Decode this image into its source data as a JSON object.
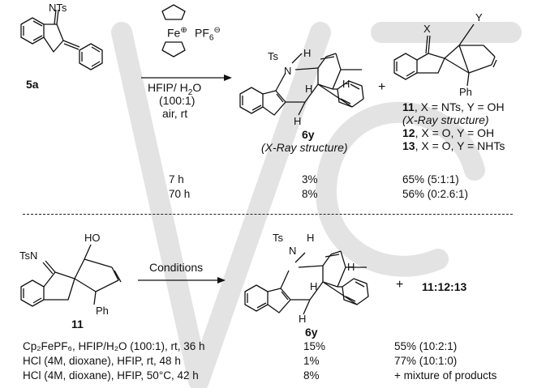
{
  "top": {
    "reagents": {
      "catalyst_cation": "Fe",
      "charge_plus": "⊕",
      "counterion": "PF",
      "counterion_sub": "6",
      "charge_minus": "⊖",
      "solvent": "HFIP/ H",
      "solvent_sub": "2",
      "solvent_o": "O",
      "ratio": "(100:1)",
      "conditions": "air, rt"
    },
    "sm_label": "5a",
    "sm_atoms": {
      "ntss": "NTs"
    },
    "prod_label": "6y",
    "prod_note": "(X-Ray structure)",
    "plus": "+",
    "side_atoms": {
      "x": "X",
      "y": "Y",
      "ph": "Ph"
    },
    "prod_atoms": {
      "ts": "Ts",
      "n": "N",
      "h1": "H",
      "h2": "H",
      "h3": "H",
      "h4": "H"
    },
    "side_lines": [
      {
        "num": "11",
        "text": ", X = NTs, Y = OH"
      },
      {
        "num": "",
        "text": "(X-Ray structure)"
      },
      {
        "num": "12",
        "text": ", X = O, Y = OH"
      },
      {
        "num": "13",
        "text": ", X = O, Y = NHTs"
      }
    ],
    "results": [
      {
        "time": "7 h",
        "yield_6y": "3%",
        "yield_side": "65% (5:1:1)"
      },
      {
        "time": "70 h",
        "yield_6y": "8%",
        "yield_side": "56% (0:2.6:1)"
      }
    ]
  },
  "bottom": {
    "sm_label": "11",
    "sm_atoms": {
      "tsn": "TsN",
      "ho": "HO",
      "ph": "Ph"
    },
    "arrow_label": "Conditions",
    "prod_label": "6y",
    "prod_atoms": {
      "ts": "Ts",
      "n": "N",
      "h1": "H",
      "h2": "H",
      "h3": "H",
      "h4": "H"
    },
    "plus": "+",
    "ratio_title": "11:12:13",
    "rows": [
      {
        "cond": "Cp₂FePF₆, HFIP/H₂O (100:1), rt, 36 h",
        "yield_6y": "15%",
        "other": "55% (10:2:1)"
      },
      {
        "cond": "HCl (4M, dioxane), HFIP, rt, 48 h",
        "yield_6y": "1%",
        "other": "77% (10:1:0)"
      },
      {
        "cond": "HCl (4M, dioxane), HFIP, 50°C, 42 h",
        "yield_6y": "8%",
        "other": "+ mixture of products"
      }
    ]
  },
  "colors": {
    "ink": "#111111",
    "watermark": "#d9d9d9"
  }
}
